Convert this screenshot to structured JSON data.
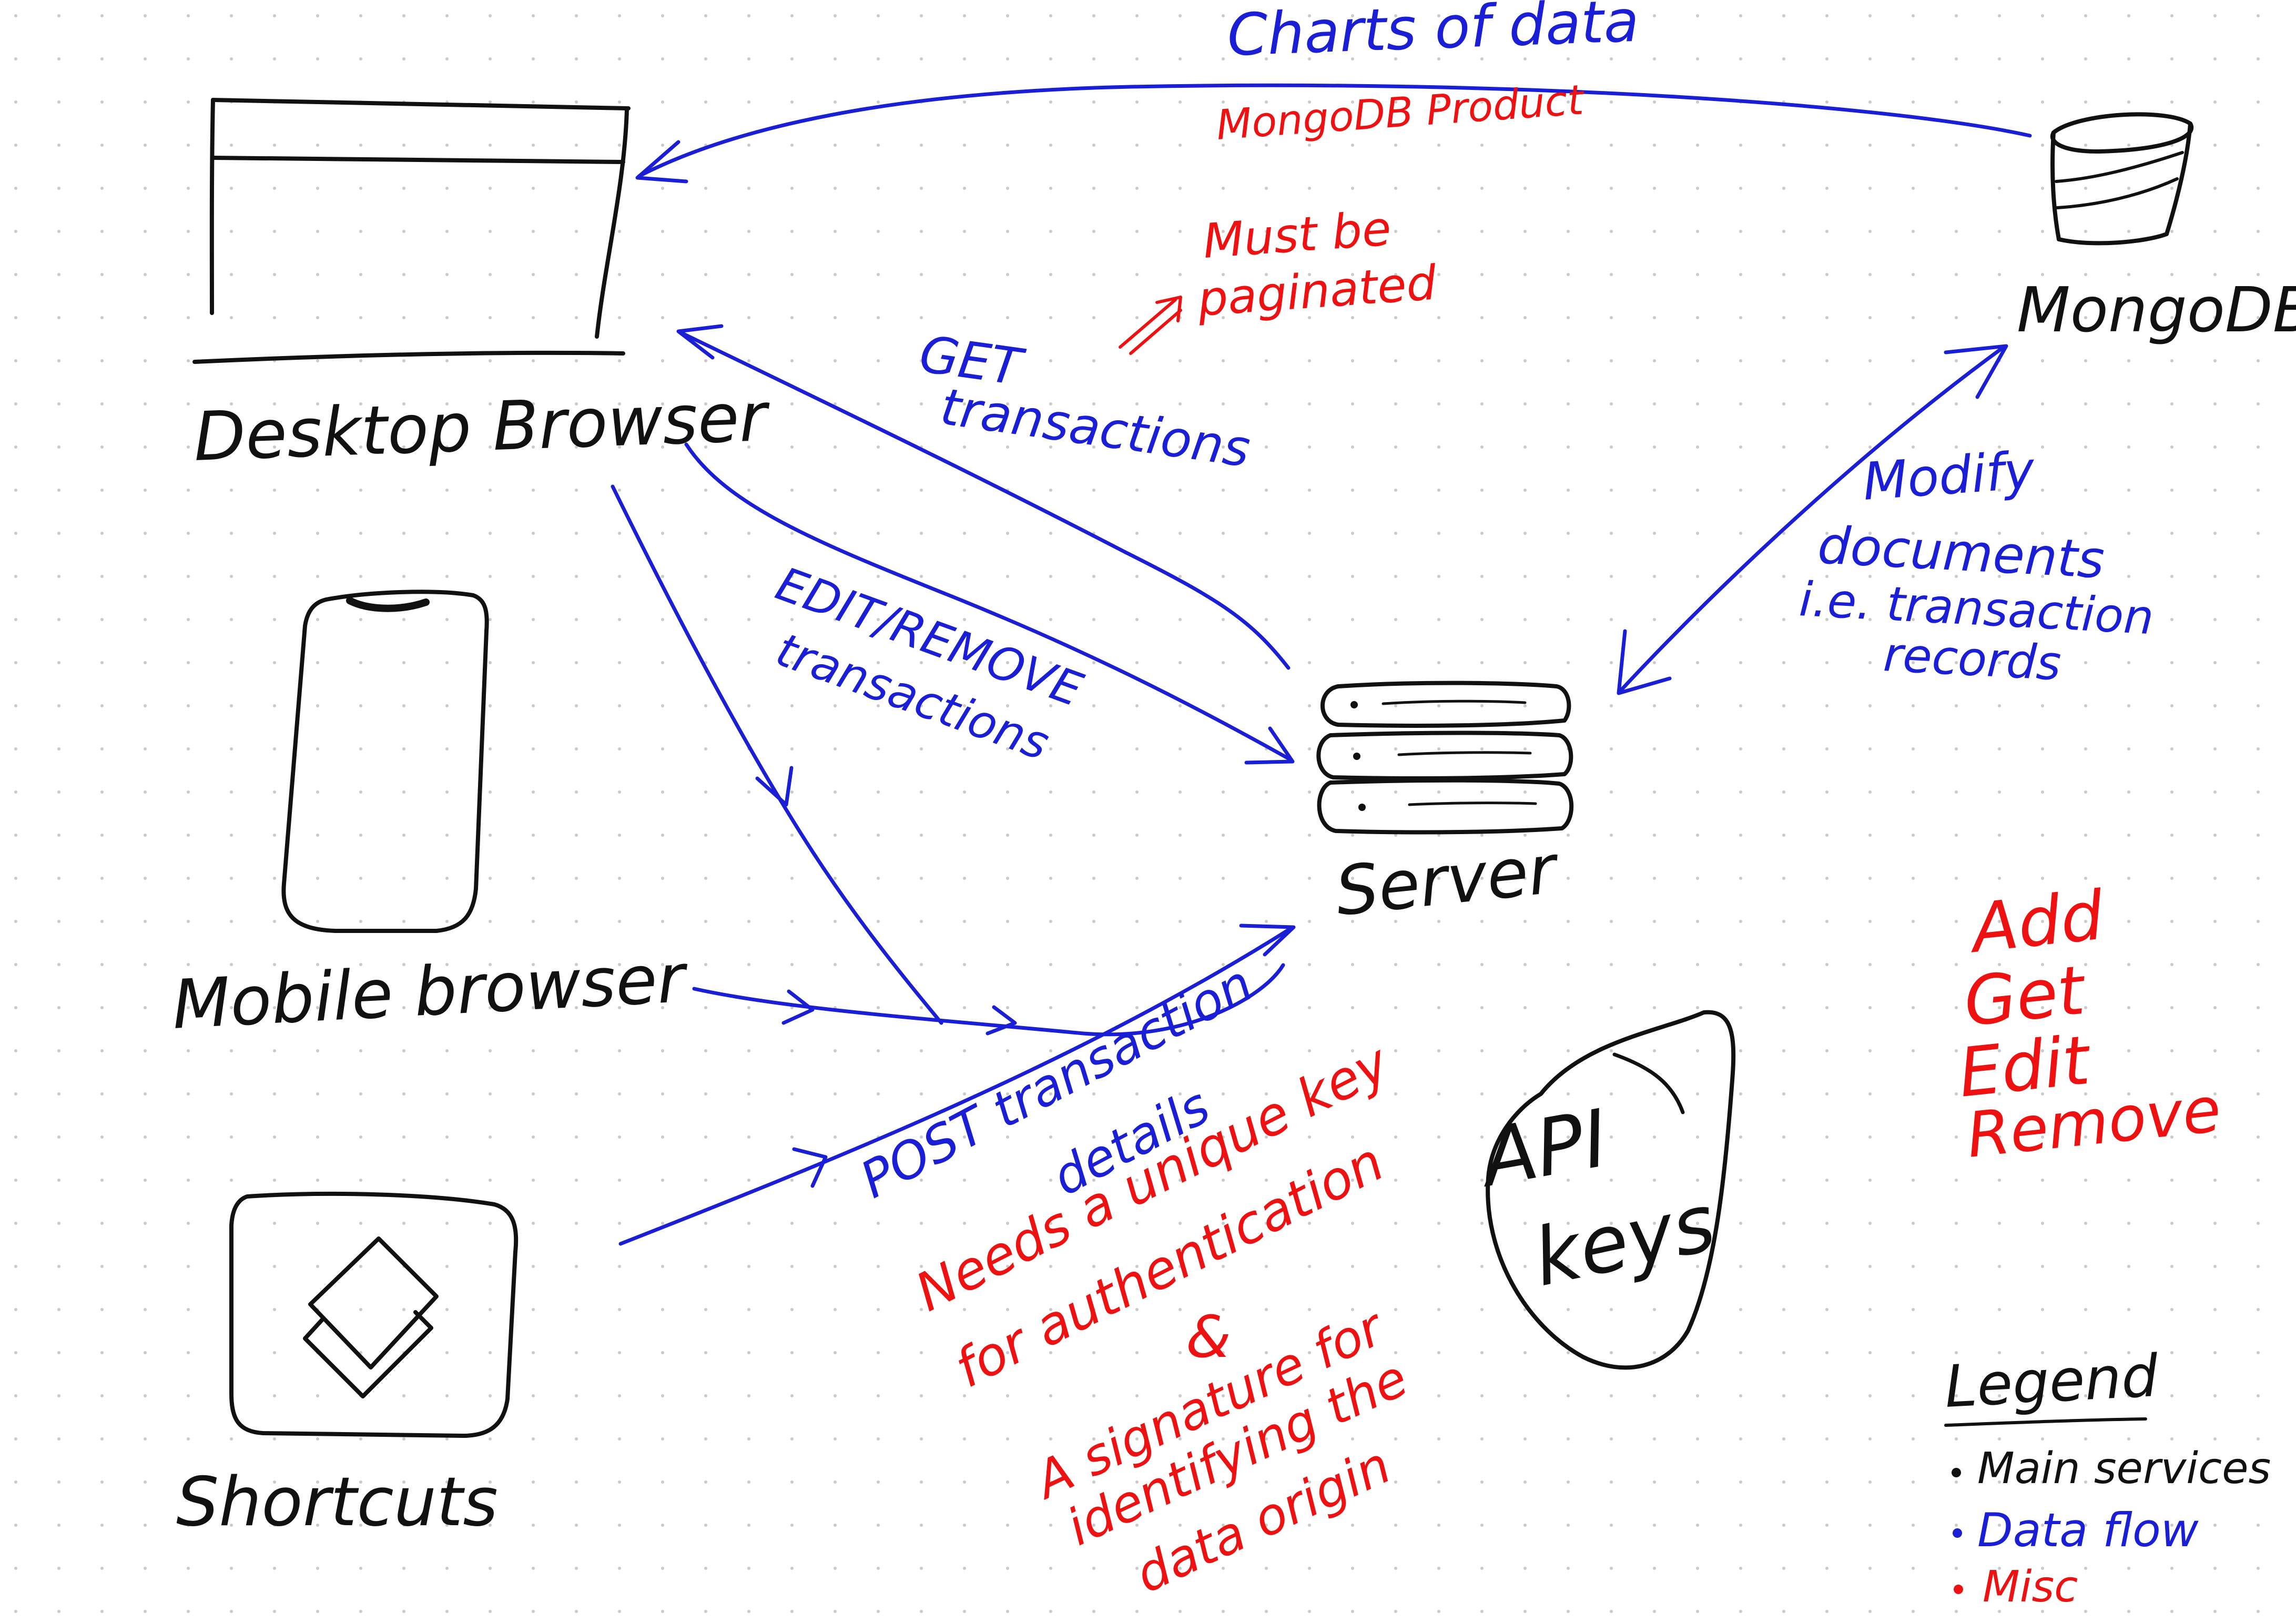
{
  "colors": {
    "main": "#111111",
    "flow": "#1a1fd6",
    "misc": "#ee1111",
    "grid_dot": "#c9c9c9"
  },
  "nodes": {
    "desktop": {
      "label": "Desktop Browser",
      "icon": "browser-window-icon"
    },
    "mobile": {
      "label": "Mobile browser",
      "icon": "phone-icon"
    },
    "shortcuts": {
      "label": "Shortcuts",
      "icon": "shortcuts-app-icon"
    },
    "server": {
      "label": "Server",
      "icon": "server-stack-icon"
    },
    "mongodb": {
      "label": "MongoDB",
      "icon": "database-cylinder-icon"
    },
    "apikeys": {
      "label_line1": "API",
      "label_line2": "keys"
    }
  },
  "flows": {
    "charts": {
      "label": "Charts of data",
      "note": "MongoDB Product"
    },
    "get": {
      "line1": "GET",
      "line2": "transactions",
      "note_line1": "Must be",
      "note_line2": "paginated"
    },
    "edit": {
      "line1": "EDIT/REMOVE",
      "line2": "transactions"
    },
    "modify": {
      "line1": "Modify",
      "line2": "documents",
      "line3": "i.e. transaction",
      "line4": "records"
    },
    "post": {
      "line1": "POST transaction",
      "line2": "details"
    }
  },
  "auth_note": {
    "line1": "Needs a unique key",
    "line2": "for authentication",
    "line3": "&",
    "line4": "A signature for",
    "line5": "identifying the",
    "line6": "data origin"
  },
  "operations": [
    "Add",
    "Get",
    "Edit",
    "Remove"
  ],
  "legend": {
    "title": "Legend",
    "items": [
      {
        "label": "Main services",
        "color": "#111111"
      },
      {
        "label": "Data flow",
        "color": "#1a1fd6"
      },
      {
        "label": "Misc",
        "color": "#ee1111"
      }
    ]
  }
}
